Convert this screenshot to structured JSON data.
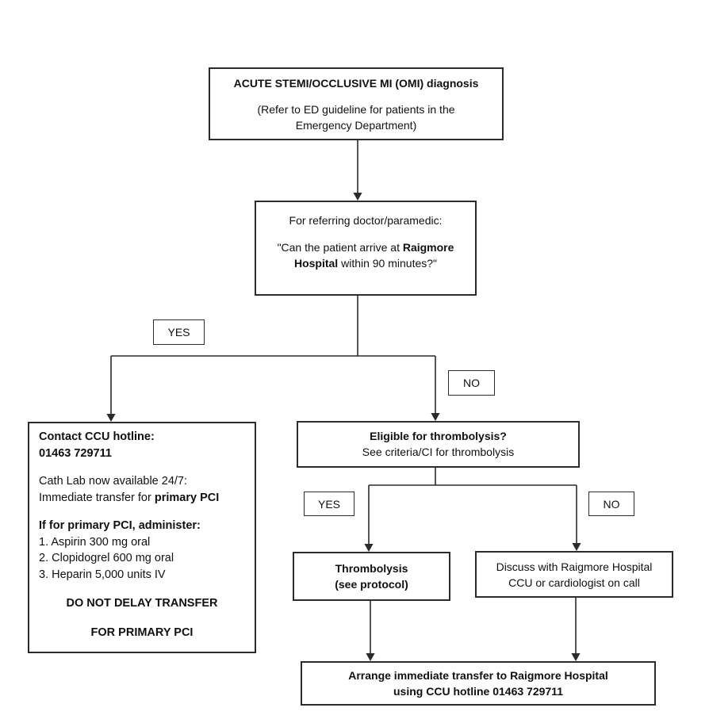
{
  "page": {
    "background": "#ffffff",
    "line_color": "#2b2b2b",
    "text_color": "#101010"
  },
  "nodes": {
    "diagnosis": {
      "title": "ACUTE STEMI/OCCLUSIVE MI (OMI) diagnosis",
      "subtitle_line1": "(Refer to ED guideline for patients in the",
      "subtitle_line2": "Emergency Department)"
    },
    "question": {
      "intro": "For referring doctor/paramedic:",
      "quote_pre": "\"Can the patient arrive at ",
      "quote_bold": "Raigmore Hospital",
      "quote_post": " within 90 minutes?\""
    },
    "contact": {
      "heading_line1": "Contact CCU hotline:",
      "heading_line2": "01463 729711",
      "cathlab_line1": "Cath Lab now available 24/7:",
      "cathlab_line2_pre": "Immediate transfer for ",
      "cathlab_line2_bold": "primary PCI",
      "administer_heading": "If for primary PCI, administer:",
      "item1": "1. Aspirin 300 mg oral",
      "item2": "2. Clopidogrel 600 mg oral",
      "item3": "3. Heparin 5,000 units IV",
      "warning_line1": "DO NOT DELAY TRANSFER",
      "warning_line2": "FOR PRIMARY PCI"
    },
    "eligible": {
      "title": "Eligible for thrombolysis?",
      "subtitle": "See criteria/CI for thrombolysis"
    },
    "thrombolysis": {
      "line1": "Thrombolysis",
      "line2": "(see protocol)"
    },
    "discuss": {
      "line1": "Discuss with Raigmore Hospital",
      "line2": "CCU or cardiologist on call"
    },
    "arrange": {
      "line1": "Arrange immediate transfer to Raigmore Hospital",
      "line2": "using CCU hotline 01463 729711"
    }
  },
  "labels": {
    "yes1": "YES",
    "no1": "NO",
    "yes2": "YES",
    "no2": "NO"
  }
}
